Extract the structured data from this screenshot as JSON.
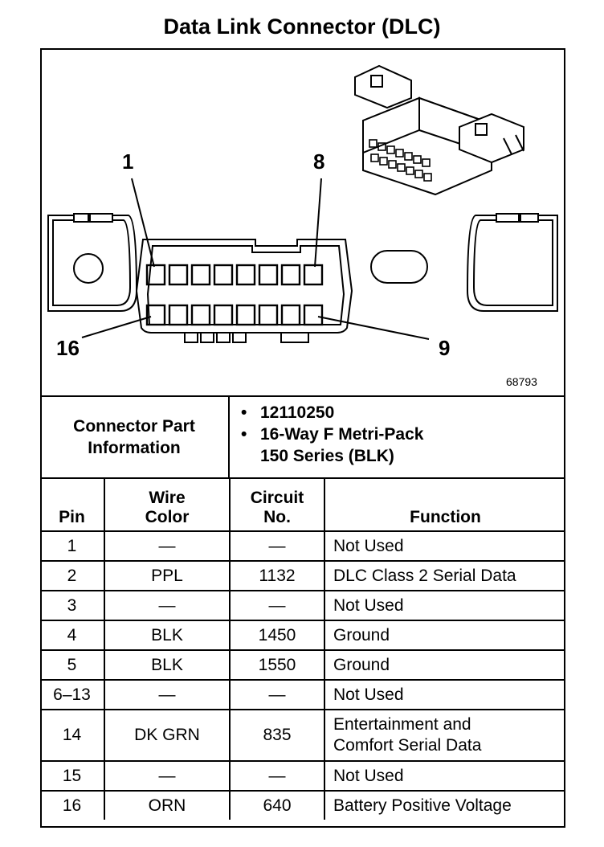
{
  "title": "Data Link Connector (DLC)",
  "diagram": {
    "pin_callouts": [
      "1",
      "8",
      "16",
      "9"
    ],
    "reference_number": "68793",
    "icons": [
      "connector-face-icon",
      "connector-isometric-icon"
    ]
  },
  "connector_info": {
    "label_line1": "Connector Part",
    "label_line2": "Information",
    "items": [
      "12110250",
      "16-Way F Metri-Pack",
      "150 Series (BLK)"
    ]
  },
  "table": {
    "headers": {
      "pin": "Pin",
      "wire_line1": "Wire",
      "wire_line2": "Color",
      "circuit_line1": "Circuit",
      "circuit_line2": "No.",
      "function": "Function"
    },
    "rows": [
      {
        "pin": "1",
        "wire": "—",
        "circuit": "—",
        "function": "Not Used"
      },
      {
        "pin": "2",
        "wire": "PPL",
        "circuit": "1132",
        "function": "DLC Class 2 Serial Data"
      },
      {
        "pin": "3",
        "wire": "—",
        "circuit": "—",
        "function": "Not Used"
      },
      {
        "pin": "4",
        "wire": "BLK",
        "circuit": "1450",
        "function": "Ground"
      },
      {
        "pin": "5",
        "wire": "BLK",
        "circuit": "1550",
        "function": "Ground"
      },
      {
        "pin": "6–13",
        "wire": "—",
        "circuit": "—",
        "function": "Not Used"
      },
      {
        "pin": "14",
        "wire": "DK GRN",
        "circuit": "835",
        "function_line1": "Entertainment and",
        "function_line2": "Comfort Serial Data"
      },
      {
        "pin": "15",
        "wire": "—",
        "circuit": "—",
        "function": "Not Used"
      },
      {
        "pin": "16",
        "wire": "ORN",
        "circuit": "640",
        "function": "Battery Positive Voltage"
      }
    ]
  }
}
